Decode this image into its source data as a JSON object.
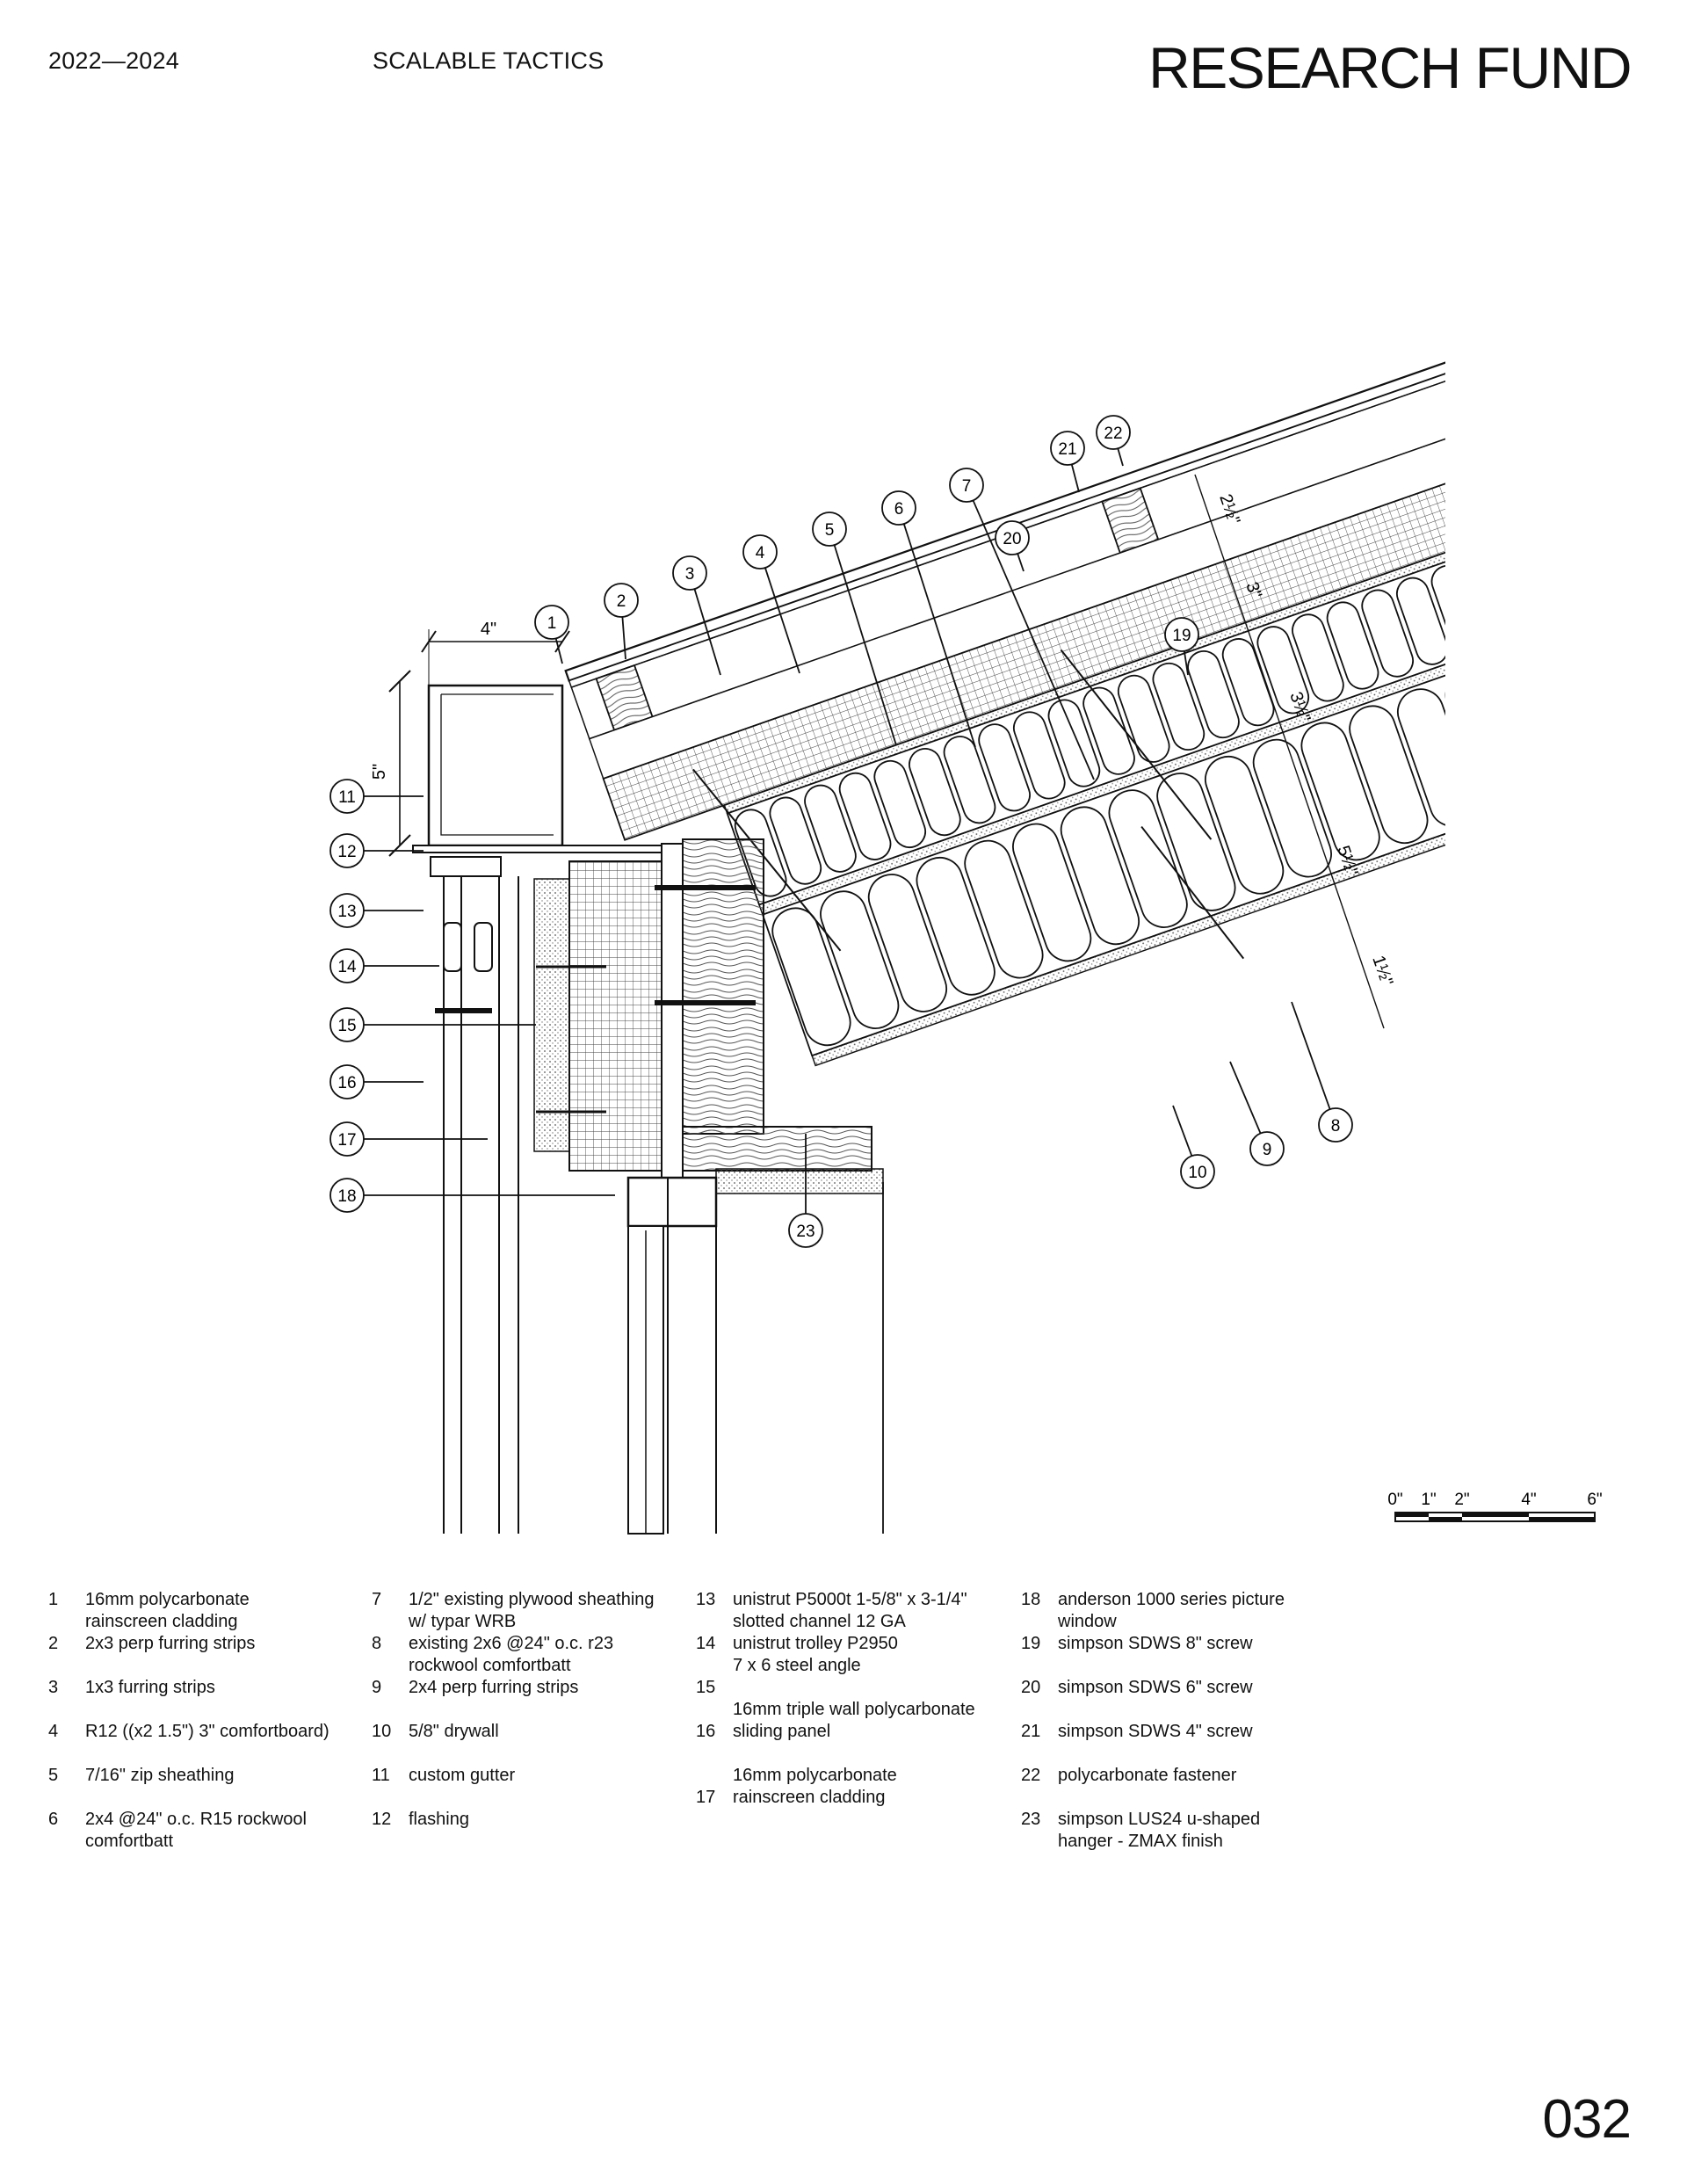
{
  "header": {
    "years": "2022—2024",
    "project": "SCALABLE TACTICS",
    "title": "RESEARCH FUND"
  },
  "page_number": "032",
  "diagram": {
    "dimensions": {
      "gutter_width": "4\"",
      "gutter_height": "5\"",
      "d1": "2½\"",
      "d2": "3\"",
      "d3": "3½\"",
      "d4": "5½\"",
      "d5": "1½\""
    },
    "scale_labels": [
      "0\"",
      "1\"",
      "2\"",
      "4\"",
      "6\""
    ],
    "callouts": [
      "1",
      "2",
      "3",
      "4",
      "5",
      "6",
      "7",
      "8",
      "9",
      "10",
      "11",
      "12",
      "13",
      "14",
      "15",
      "16",
      "17",
      "18",
      "19",
      "20",
      "21",
      "22",
      "23"
    ]
  },
  "legend": [
    {
      "num": "1",
      "lines": [
        "16mm polycarbonate",
        "rainscreen cladding"
      ]
    },
    {
      "num": "2",
      "lines": [
        "2x3 perp furring strips"
      ]
    },
    {
      "num": "3",
      "lines": [
        "1x3 furring strips"
      ]
    },
    {
      "num": "4",
      "lines": [
        "R12 ((x2 1.5\") 3\" comfortboard)"
      ]
    },
    {
      "num": "5",
      "lines": [
        "7/16\" zip sheathing"
      ]
    },
    {
      "num": "6",
      "lines": [
        "2x4 @24\" o.c. R15 rockwool",
        "comfortbatt"
      ]
    },
    {
      "num": "7",
      "lines": [
        "1/2\" existing plywood sheathing",
        "w/ typar WRB"
      ]
    },
    {
      "num": "8",
      "lines": [
        "existing 2x6 @24\" o.c. r23",
        "rockwool comfortbatt"
      ]
    },
    {
      "num": "9",
      "lines": [
        "2x4 perp furring strips"
      ]
    },
    {
      "num": "10",
      "lines": [
        "5/8\" drywall"
      ]
    },
    {
      "num": "11",
      "lines": [
        "custom gutter"
      ]
    },
    {
      "num": "12",
      "lines": [
        "flashing"
      ]
    },
    {
      "num": "13",
      "lines": [
        "unistrut P5000t 1-5/8\" x 3-1/4\"",
        "slotted channel 12 GA",
        "unistrut trolley P2950"
      ]
    },
    {
      "num": "14",
      "lines": [
        "7 x 6 steel angle"
      ]
    },
    {
      "num": "15",
      "lines": [
        "16mm triple wall polycarbonate",
        "sliding panel"
      ]
    },
    {
      "num": "16",
      "lines": []
    },
    {
      "num": "17",
      "lines": [
        "16mm polycarbonate",
        "rainscreen cladding"
      ]
    },
    {
      "num": "18",
      "lines": [
        "anderson 1000 series picture",
        "window"
      ]
    },
    {
      "num": "19",
      "lines": [
        "simpson SDWS 8\" screw"
      ]
    },
    {
      "num": "20",
      "lines": [
        "simpson SDWS 6\" screw"
      ]
    },
    {
      "num": "21",
      "lines": [
        "simpson SDWS 4\" screw"
      ]
    },
    {
      "num": "22",
      "lines": [
        "polycarbonate fastener"
      ]
    },
    {
      "num": "23",
      "lines": [
        "simpson LUS24 u-shaped",
        "hanger - ZMAX finish"
      ]
    }
  ]
}
